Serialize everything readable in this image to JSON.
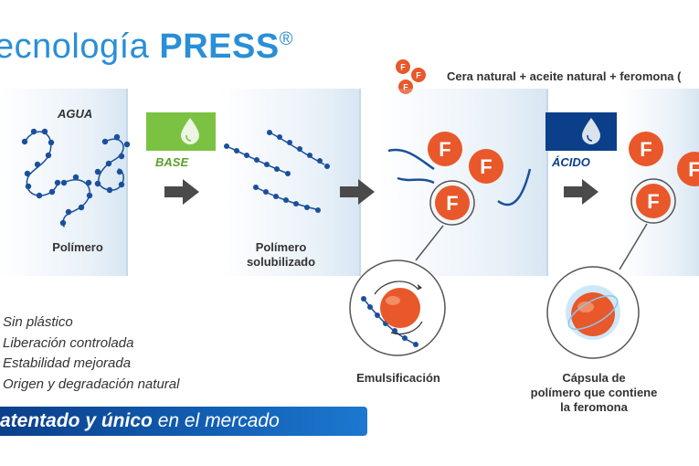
{
  "title": {
    "light": "ecnología ",
    "bold": "PRESS",
    "mark": "®"
  },
  "legend": {
    "text": "Cera natural + aceite natural + feromona (",
    "icon": "F"
  },
  "panels": {
    "agua_label": "AGUA",
    "polimero": "Polímero",
    "polimero_solubilizado_1": "Polímero",
    "polimero_solubilizado_2": "solubilizado",
    "emulsificacion": "Emulsificación",
    "capsula_1": "Cápsula de",
    "capsula_2": "polímero que contiene",
    "capsula_3": "la feromona"
  },
  "tags": {
    "base": "BASE",
    "acido": "ÁCIDO"
  },
  "features": [
    "Sin plástico",
    "Liberación controlada",
    "Estabilidad mejorada",
    "Origen y degradación natural"
  ],
  "banner": {
    "bold": "atentado y único",
    "rest": " en el mercado"
  },
  "colors": {
    "title_blue": "#2a8fd6",
    "green": "#7cc242",
    "dark_blue": "#0b3f8a",
    "orange": "#e8582a",
    "chain_blue": "#1a4f9c"
  }
}
